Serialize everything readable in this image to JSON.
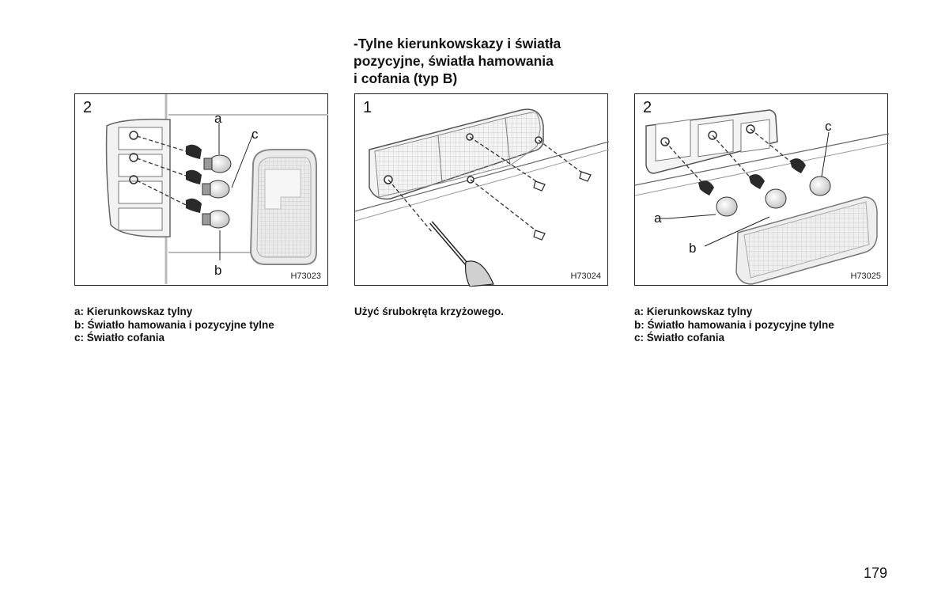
{
  "heading": {
    "lines": [
      "-Tylne kierunkowskazy i światła",
      "pozycyjne, światła hamowania",
      "i cofania (typ B)"
    ]
  },
  "figures": [
    {
      "number": "2",
      "code": "H73023",
      "labels": {
        "a": "a",
        "b": "b",
        "c": "c"
      }
    },
    {
      "number": "1",
      "code": "H73024"
    },
    {
      "number": "2",
      "code": "H73025",
      "labels": {
        "a": "a",
        "b": "b",
        "c": "c"
      }
    }
  ],
  "captions": [
    {
      "lines": [
        "a: Kierunkowskaz tylny",
        "b: Światło hamowania i pozycyjne tylne",
        "c: Światło cofania"
      ]
    },
    {
      "lines": [
        "Użyć śrubokręta krzyżowego."
      ]
    },
    {
      "lines": [
        "a: Kierunkowskaz tylny",
        "b: Światło hamowania i pozycyjne tylne",
        "c: Światło cofania"
      ]
    }
  ],
  "page_number": "179"
}
